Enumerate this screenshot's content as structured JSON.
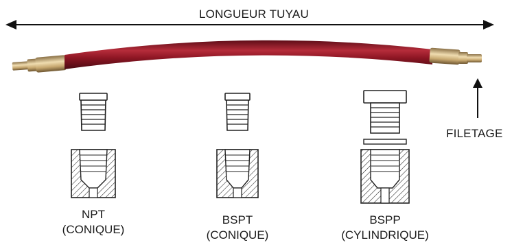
{
  "title": "LONGUEUR TUYAU",
  "thread_label": "FILETAGE",
  "colors": {
    "hose": "#8e1624",
    "hose_highlight": "#c9404c",
    "fitting": "#cdb27e",
    "line": "#222222"
  },
  "fittings": [
    {
      "name": "NPT",
      "type": "(CONIQUE)"
    },
    {
      "name": "BSPT",
      "type": "(CONIQUE)"
    },
    {
      "name": "BSPP",
      "type": "(CYLINDRIQUE)"
    }
  ]
}
